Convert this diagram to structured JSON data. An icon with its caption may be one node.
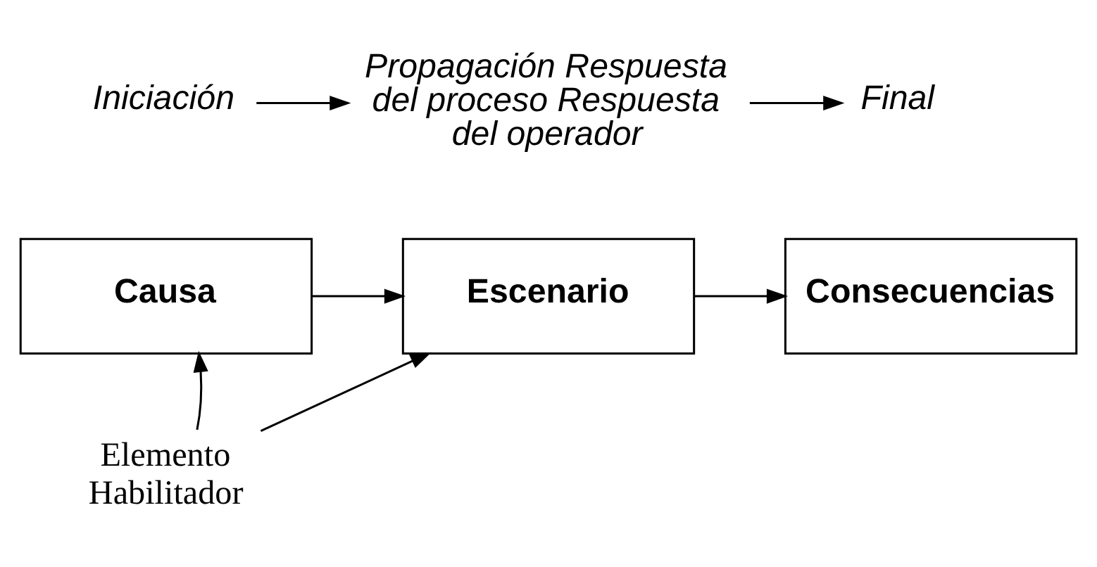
{
  "diagram": {
    "nodes": [
      {
        "text": [
          "Iniciación"
        ]
      },
      {
        "text": [
          "Propagación Respuesta del proceso Respuesta del operador"
        ]
      },
      {
        "text": [
          "Final"
        ]
      },
      {
        "text": [
          "Causa"
        ]
      },
      {
        "text": [
          "Escenario"
        ]
      },
      {
        "text": [
          "Consecuencias"
        ]
      },
      {
        "text": [
          "Elemento Habilitador"
        ]
      }
    ],
    "edges": [
      {
        "from": 0,
        "to": 1,
        "arrow": "to"
      },
      {
        "from": 1,
        "to": 2,
        "arrow": "to"
      },
      {
        "from": 3,
        "to": 4,
        "arrow": "to"
      },
      {
        "from": 4,
        "to": 5,
        "arrow": "to"
      },
      {
        "from": 6,
        "to": 3,
        "arrow": "to"
      },
      {
        "from": 6,
        "to": 4,
        "arrow": "to"
      }
    ]
  }
}
